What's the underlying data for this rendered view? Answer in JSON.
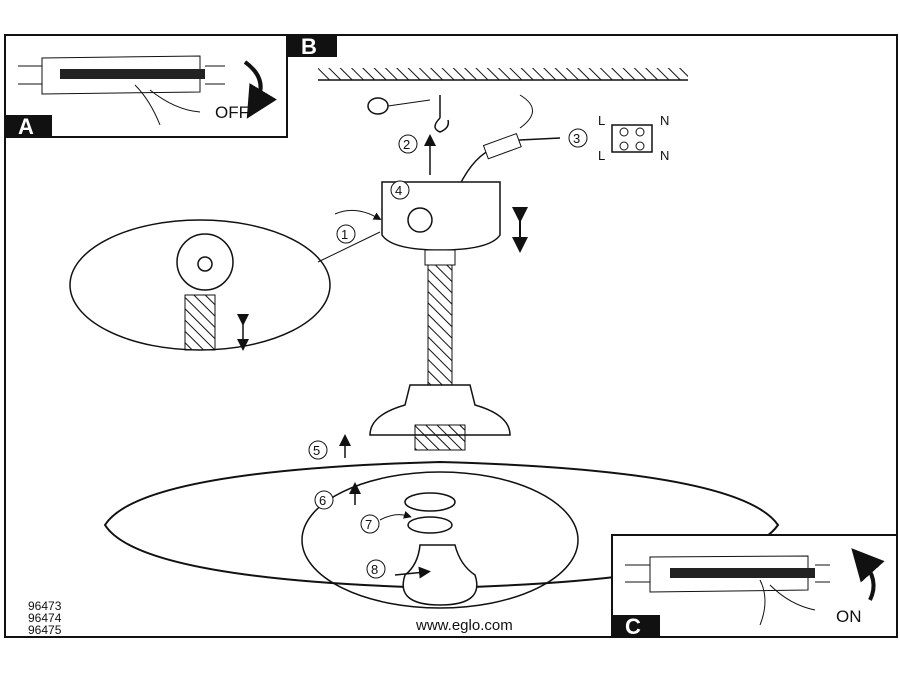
{
  "panels": {
    "a": {
      "letter": "A",
      "switch_label": "OFF"
    },
    "b": {
      "letter": "B"
    },
    "c": {
      "letter": "C",
      "switch_label": "ON"
    }
  },
  "steps": [
    "1",
    "2",
    "3",
    "4",
    "5",
    "6",
    "7",
    "8"
  ],
  "terminal": {
    "top_left": "L",
    "top_right": "N",
    "bottom_left": "L",
    "bottom_right": "N"
  },
  "model_numbers": [
    "96473",
    "96474",
    "96475"
  ],
  "website": "www.eglo.com"
}
